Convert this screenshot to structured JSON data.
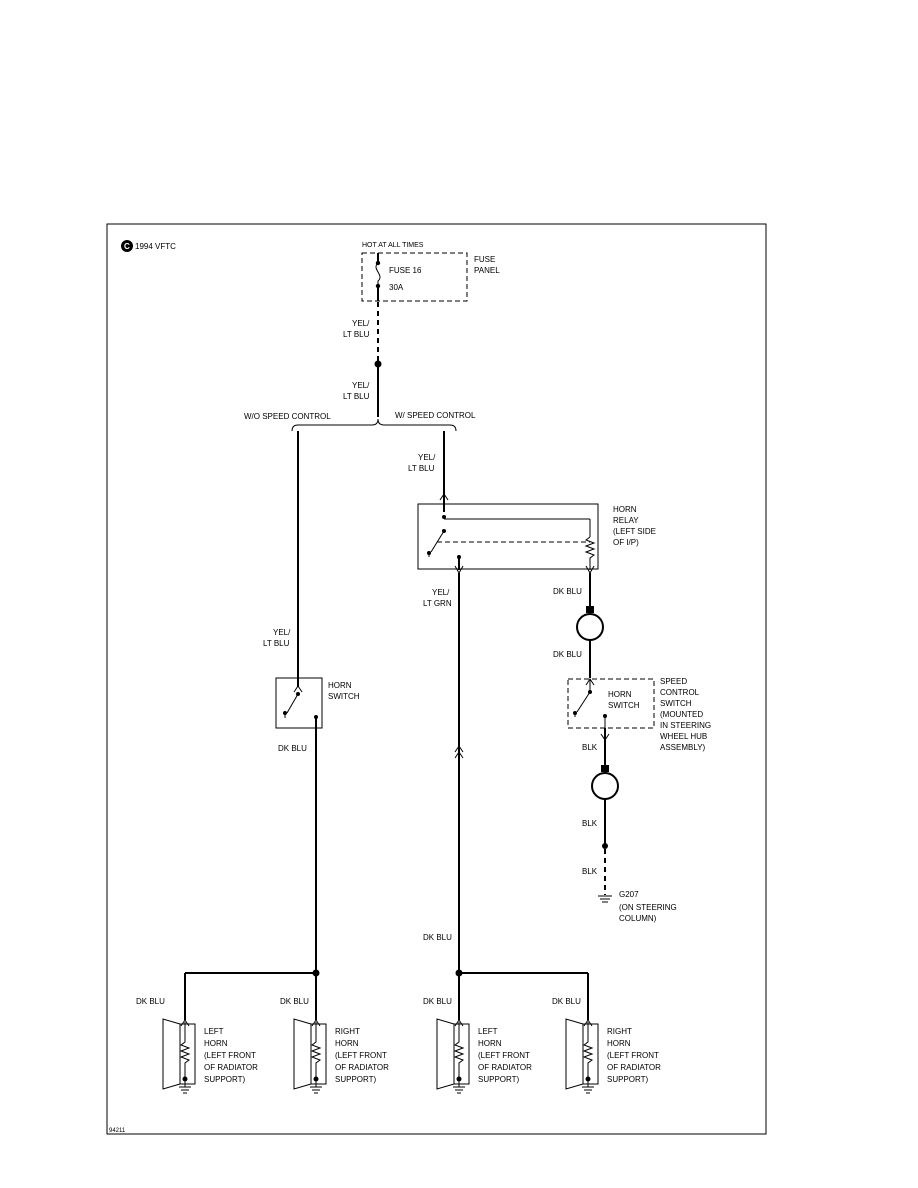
{
  "copyright": "1994 VFTC",
  "figure_id": "94211",
  "fuse_panel": {
    "hot_label": "HOT AT ALL TIMES",
    "fuse_name": "FUSE 16",
    "rating": "30A",
    "panel_label_line1": "FUSE",
    "panel_label_line2": "PANEL"
  },
  "wires": {
    "yel_lt_blu_1": "YEL/",
    "yel_lt_blu_2": "LT BLU",
    "yel_lt_grn_1": "YEL/",
    "yel_lt_grn_2": "LT GRN",
    "dk_blu": "DK BLU",
    "blk": "BLK"
  },
  "branches": {
    "without_speed_control": "W/O SPEED CONTROL",
    "with_speed_control": "W/ SPEED CONTROL"
  },
  "horn_relay": [
    "HORN",
    "RELAY",
    "(LEFT SIDE",
    "OF I/P)"
  ],
  "horn_switch": [
    "HORN",
    "SWITCH"
  ],
  "speed_control_switch": [
    "SPEED",
    "CONTROL",
    "SWITCH",
    "(MOUNTED",
    "IN STEERING",
    "WHEEL HUB",
    "ASSEMBLY)"
  ],
  "horn_switch_inner": [
    "HORN",
    "SWITCH"
  ],
  "ground": [
    "G207",
    "(ON STEERING",
    "COLUMN)"
  ],
  "horns": [
    {
      "lines": [
        "LEFT",
        "HORN",
        "(LEFT FRONT",
        "OF RADIATOR",
        "SUPPORT)"
      ]
    },
    {
      "lines": [
        "RIGHT",
        "HORN",
        "(LEFT FRONT",
        "OF RADIATOR",
        "SUPPORT)"
      ]
    },
    {
      "lines": [
        "LEFT",
        "HORN",
        "(LEFT FRONT",
        "OF RADIATOR",
        "SUPPORT)"
      ]
    },
    {
      "lines": [
        "RIGHT",
        "HORN",
        "(LEFT FRONT",
        "OF RADIATOR",
        "SUPPORT)"
      ]
    }
  ]
}
